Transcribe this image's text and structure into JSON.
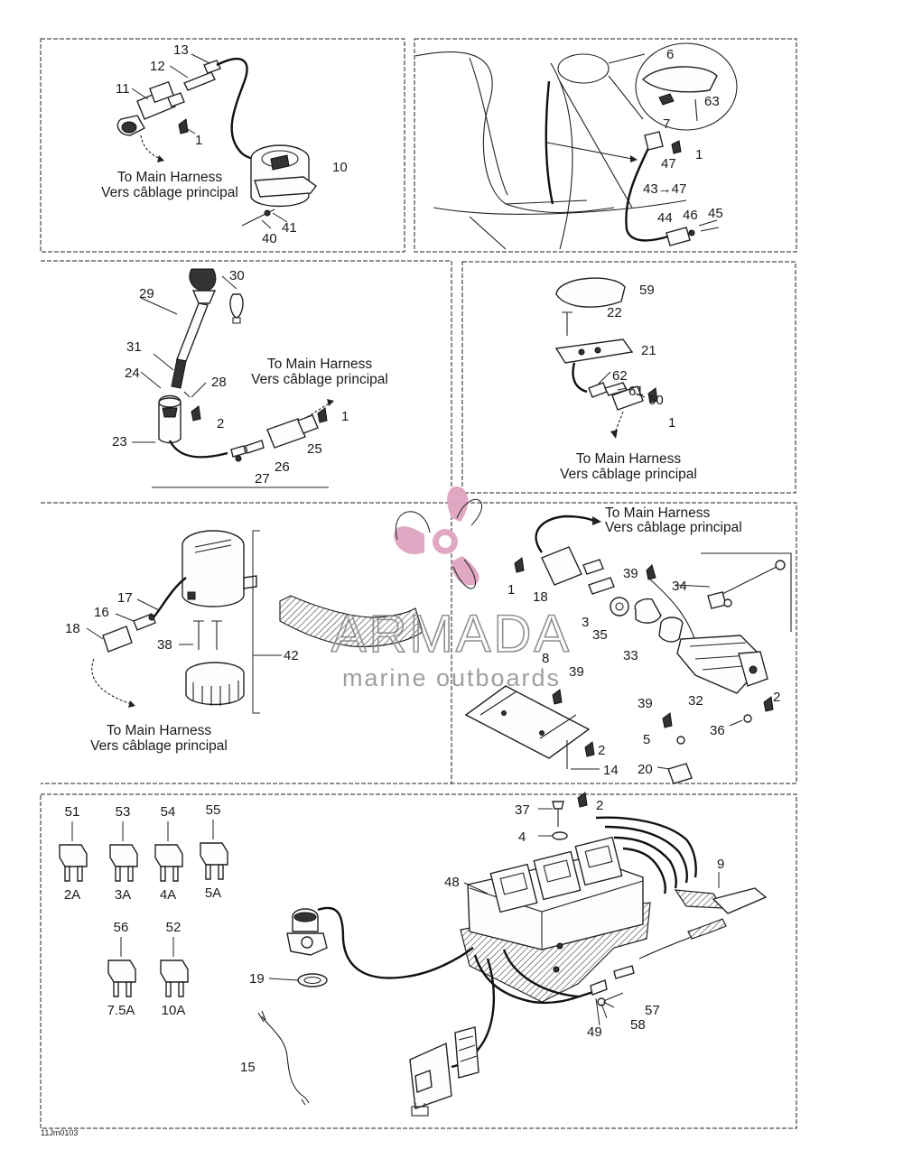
{
  "panel_a": {
    "labels": [
      "13",
      "12",
      "11",
      "1",
      "10",
      "41",
      "40"
    ],
    "harness_en": "To Main Harness",
    "harness_fr": "Vers câblage principal"
  },
  "panel_b": {
    "labels": [
      "6",
      "63",
      "7",
      "1",
      "47",
      "43→47",
      "44",
      "46",
      "45"
    ]
  },
  "panel_c": {
    "labels": [
      "30",
      "29",
      "31",
      "24",
      "28",
      "2",
      "1",
      "23",
      "25",
      "26",
      "27"
    ],
    "harness_en": "To Main Harness",
    "harness_fr": "Vers câblage principal"
  },
  "panel_d": {
    "labels": [
      "59",
      "22",
      "21",
      "62",
      "61",
      "60",
      "1"
    ],
    "harness_en": "To Main Harness",
    "harness_fr": "Vers câblage principal"
  },
  "panel_e": {
    "labels": [
      "17",
      "16",
      "18",
      "38",
      "42"
    ],
    "harness_en": "To Main Harness",
    "harness_fr": "Vers câblage principal"
  },
  "panel_f": {
    "labels": [
      "1",
      "18",
      "39",
      "34",
      "3",
      "35",
      "33",
      "8",
      "39",
      "32",
      "2",
      "39",
      "5",
      "36",
      "2",
      "14",
      "20"
    ],
    "harness_en": "To Main Harness",
    "harness_fr": "Vers câblage principal"
  },
  "panel_g": {
    "fuses": [
      {
        "num": "51",
        "rating": "2A"
      },
      {
        "num": "53",
        "rating": "3A"
      },
      {
        "num": "54",
        "rating": "4A"
      },
      {
        "num": "55",
        "rating": "5A"
      },
      {
        "num": "56",
        "rating": "7.5A"
      },
      {
        "num": "52",
        "rating": "10A"
      }
    ],
    "labels": [
      "37",
      "2",
      "4",
      "48",
      "9",
      "19",
      "15",
      "57",
      "49",
      "58"
    ]
  },
  "drawing_ref": "11Jm0103",
  "watermark": {
    "title": "ARMADA",
    "subtitle": "marine outboards"
  },
  "colors": {
    "watermark_logo": "#e0a4c0",
    "watermark_text": "#8a8a8a",
    "line_art": "#1a1a1a"
  }
}
